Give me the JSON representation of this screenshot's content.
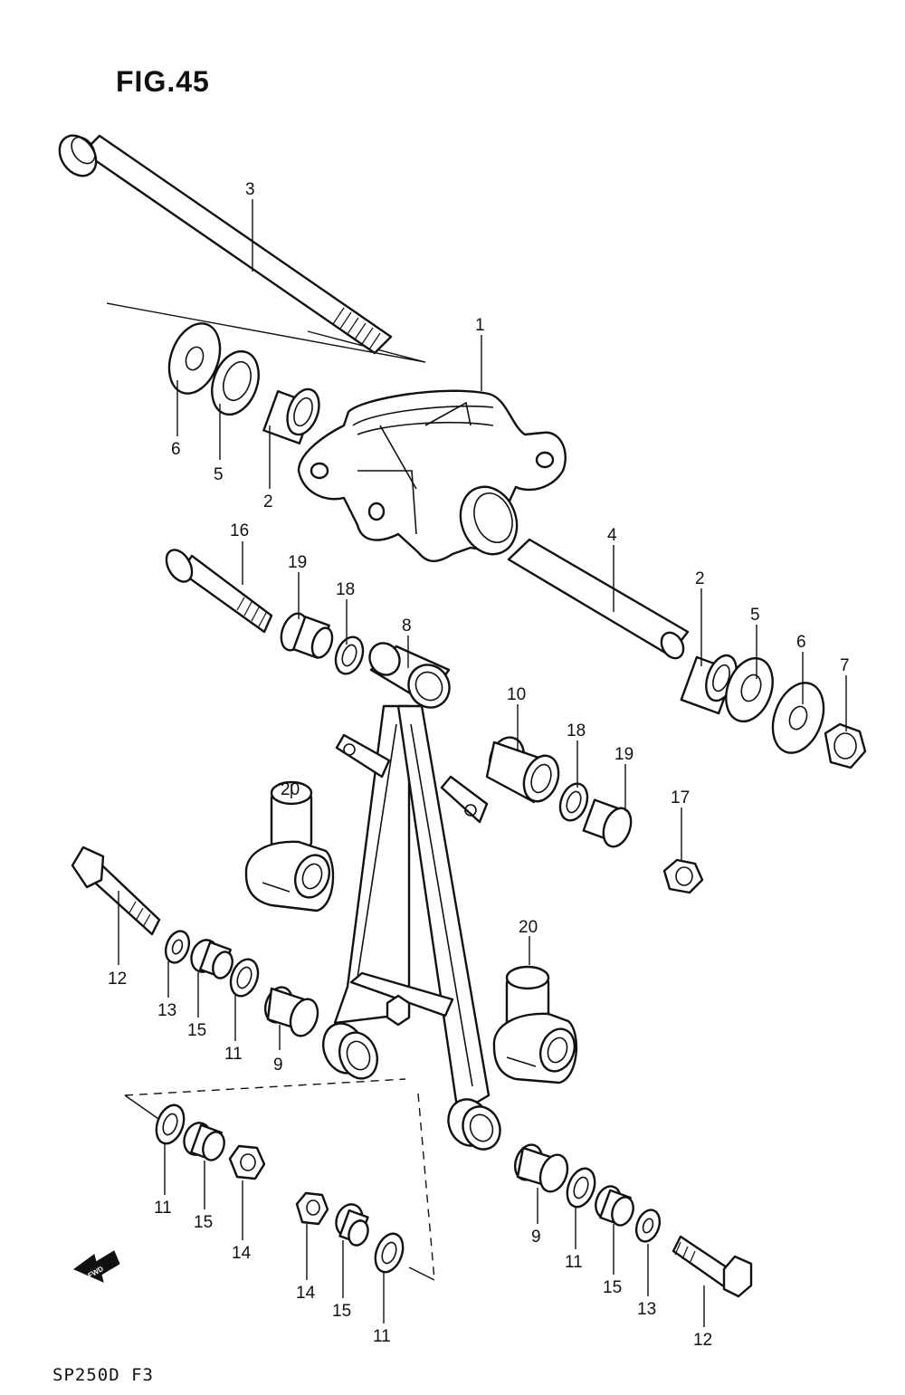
{
  "figure": {
    "title": "FIG.45",
    "footer_code": "SP250D  F3"
  },
  "fwd_badge": {
    "text": "FWD"
  },
  "callouts": [
    {
      "id": "c1",
      "label": "1"
    },
    {
      "id": "c2a",
      "label": "2"
    },
    {
      "id": "c2b",
      "label": "2"
    },
    {
      "id": "c3",
      "label": "3"
    },
    {
      "id": "c4",
      "label": "4"
    },
    {
      "id": "c5a",
      "label": "5"
    },
    {
      "id": "c5b",
      "label": "5"
    },
    {
      "id": "c6a",
      "label": "6"
    },
    {
      "id": "c6b",
      "label": "6"
    },
    {
      "id": "c7",
      "label": "7"
    },
    {
      "id": "c8",
      "label": "8"
    },
    {
      "id": "c9a",
      "label": "9"
    },
    {
      "id": "c9b",
      "label": "9"
    },
    {
      "id": "c10",
      "label": "10"
    },
    {
      "id": "c11a",
      "label": "11"
    },
    {
      "id": "c11b",
      "label": "11"
    },
    {
      "id": "c11c",
      "label": "11"
    },
    {
      "id": "c11d",
      "label": "11"
    },
    {
      "id": "c12a",
      "label": "12"
    },
    {
      "id": "c12b",
      "label": "12"
    },
    {
      "id": "c13a",
      "label": "13"
    },
    {
      "id": "c13b",
      "label": "13"
    },
    {
      "id": "c14a",
      "label": "14"
    },
    {
      "id": "c14b",
      "label": "14"
    },
    {
      "id": "c15a",
      "label": "15"
    },
    {
      "id": "c15b",
      "label": "15"
    },
    {
      "id": "c15c",
      "label": "15"
    },
    {
      "id": "c16",
      "label": "16"
    },
    {
      "id": "c17",
      "label": "17"
    },
    {
      "id": "c18a",
      "label": "18"
    },
    {
      "id": "c18b",
      "label": "18"
    },
    {
      "id": "c19a",
      "label": "19"
    },
    {
      "id": "c19b",
      "label": "19"
    },
    {
      "id": "c20a",
      "label": "20"
    },
    {
      "id": "c20b",
      "label": "20"
    }
  ]
}
